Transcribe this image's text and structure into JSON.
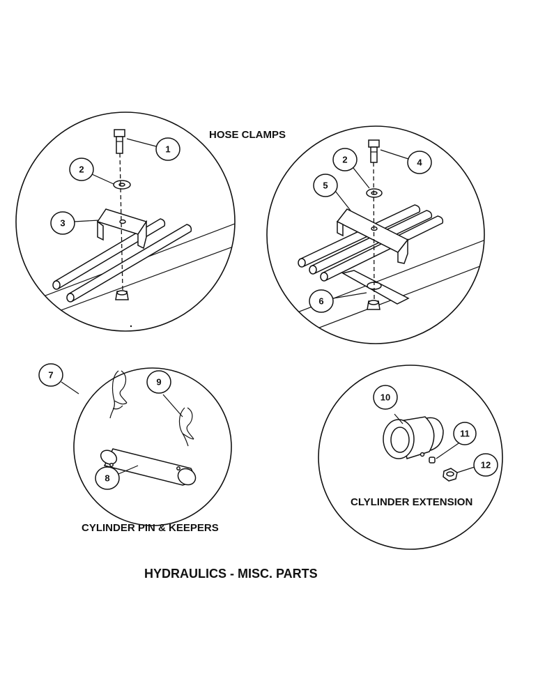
{
  "labels": {
    "hose_clamps": "HOSE  CLAMPS",
    "cylinder_pin": "CYLINDER PIN & KEEPERS",
    "cylinder_extension": "CLYLINDER EXTENSION",
    "page_title": "HYDRAULICS - MISC. PARTS"
  },
  "callouts": [
    "1",
    "2",
    "3",
    "2",
    "4",
    "5",
    "6",
    "7",
    "8",
    "9",
    "10",
    "11",
    "12"
  ]
}
